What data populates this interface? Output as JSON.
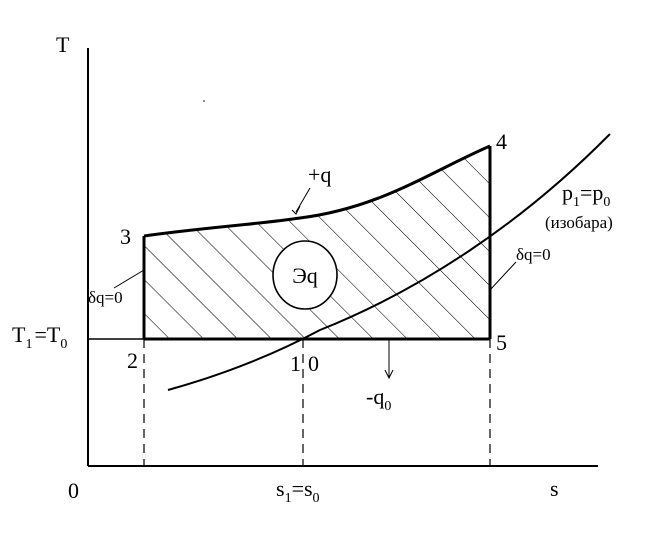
{
  "diagram": {
    "axes": {
      "y_label": "T",
      "x_label": "s",
      "origin_label": "0"
    },
    "labels": {
      "point_2": "2",
      "point_3": "3",
      "point_4": "4",
      "point_5": "5",
      "point_1": "1",
      "point_0": "0",
      "t_level_T1": "T",
      "t_level_T1_sub": "1",
      "t_level_eq": "=T",
      "t_level_T0_sub": "0",
      "s_level_s1": "s",
      "s_level_s1_sub": "1",
      "s_level_eq": "=s",
      "s_level_s0_sub": "0",
      "heat_in": "+q",
      "heat_out_minus": "-q",
      "heat_out_sub": "0",
      "exergy": "Эq",
      "adiabat_left": "δq=0",
      "adiabat_right": "δq=0",
      "isobar_p": "p",
      "isobar_p1_sub": "1",
      "isobar_eq": "=p",
      "isobar_p0_sub": "0",
      "isobar_name": "(изобара)"
    }
  }
}
